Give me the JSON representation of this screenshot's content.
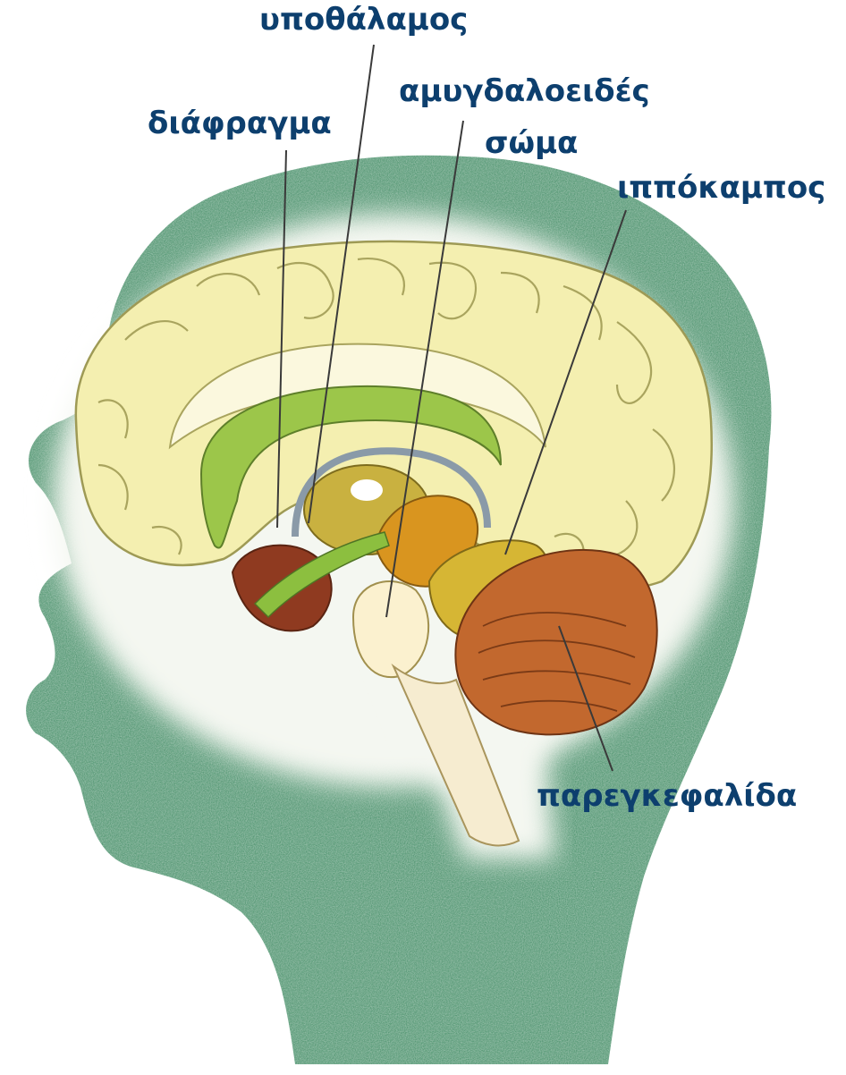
{
  "labels": {
    "hypothalamus": "υποθάλαμος",
    "septum": "διάφραγμα",
    "amygdala_line1": "αμυγδαλοειδές",
    "amygdala_line2": "σώμα",
    "hippocampus": "ιππόκαμπος",
    "cerebellum": "παρεγκεφαλίδα"
  },
  "colors": {
    "label_text": "#0d3f6e",
    "head_silhouette": "#3f8a62",
    "cortex": "#f4efb0",
    "limbic_ring": "#9cc64a",
    "cerebellum": "#c2682e",
    "brainstem": "#f6ecd0"
  }
}
